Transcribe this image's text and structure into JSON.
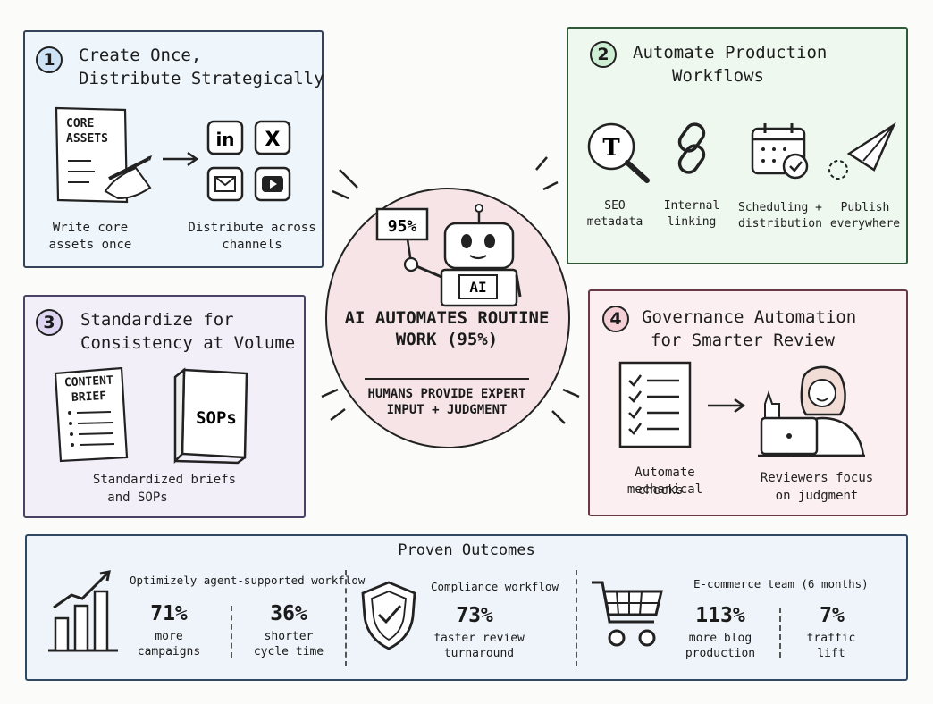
{
  "center": {
    "sign": "95%",
    "robot_chest": "AI",
    "headline": "AI AUTOMATES ROUTINE WORK (95%)",
    "subline": "HUMANS PROVIDE EXPERT INPUT + JUDGMENT"
  },
  "panel1": {
    "number": "1",
    "title_line1": "Create Once,",
    "title_line2": "Distribute Strategically",
    "doc_label_line1": "CORE",
    "doc_label_line2": "ASSETS",
    "left_caption_line1": "Write core",
    "left_caption_line2": "assets once",
    "right_caption_line1": "Distribute across",
    "right_caption_line2": "channels",
    "linkedin_glyph": "in",
    "x_glyph": "X"
  },
  "panel2": {
    "number": "2",
    "title_line1": "Automate Production",
    "title_line2": "Workflows",
    "seo_glyph": "T",
    "items": [
      {
        "line1": "SEO",
        "line2": "metadata"
      },
      {
        "line1": "Internal",
        "line2": "linking"
      },
      {
        "line1": "Scheduling +",
        "line2": "distribution"
      },
      {
        "line1": "Publish",
        "line2": "everywhere"
      }
    ]
  },
  "panel3": {
    "number": "3",
    "title_line1": "Standardize for",
    "title_line2": "Consistency at Volume",
    "brief_line1": "CONTENT",
    "brief_line2": "BRIEF",
    "book_label": "SOPs",
    "caption_line1": "Standardized briefs",
    "caption_line2": "and SOPs"
  },
  "panel4": {
    "number": "4",
    "title_line1": "Governance Automation",
    "title_line2": "for Smarter Review",
    "left_caption_line1": "Automate mechanical",
    "left_caption_line2": "checks",
    "right_caption_line1": "Reviewers focus",
    "right_caption_line2": "on judgment"
  },
  "outcomes": {
    "title": "Proven Outcomes",
    "group1": {
      "label": "Optimizely agent-supported workflow",
      "stats": [
        {
          "value": "71%",
          "line1": "more",
          "line2": "campaigns"
        },
        {
          "value": "36%",
          "line1": "shorter",
          "line2": "cycle time"
        }
      ]
    },
    "group2": {
      "label": "Compliance workflow",
      "stats": [
        {
          "value": "73%",
          "line1": "faster review",
          "line2": "turnaround"
        }
      ]
    },
    "group3": {
      "label": "E-commerce team (6 months)",
      "stats": [
        {
          "value": "113%",
          "line1": "more blog",
          "line2": "production"
        },
        {
          "value": "7%",
          "line1": "traffic",
          "line2": "lift"
        }
      ]
    }
  },
  "colors": {
    "panel1_bg": "#eef5fb",
    "panel2_bg": "#eef8ef",
    "panel3_bg": "#f2eff9",
    "panel4_bg": "#fbeff1",
    "center_bg": "#f6e4e6",
    "num1": "#cfe3f6",
    "num2": "#cdeed3",
    "num3": "#ddd5f1",
    "num4": "#f4cfd6"
  }
}
